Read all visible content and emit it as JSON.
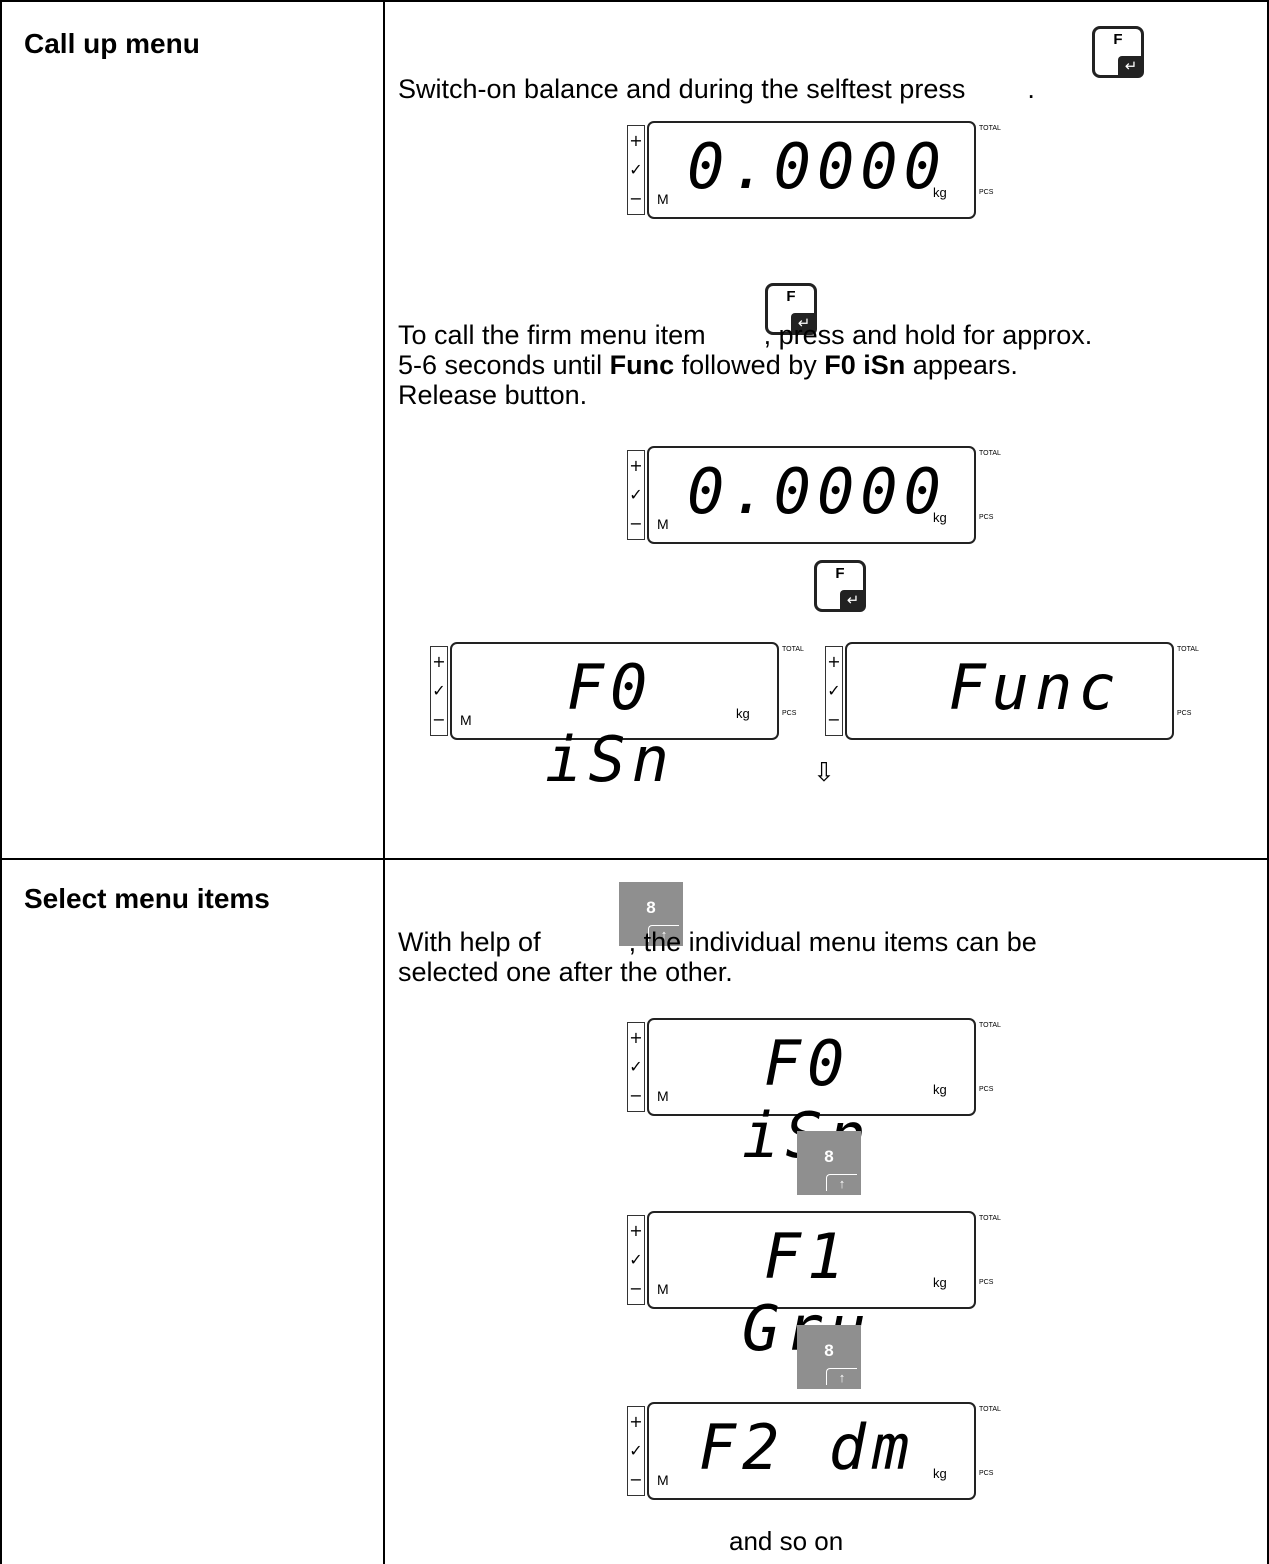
{
  "rows": [
    {
      "label": "Call up menu",
      "instruction1": "Switch-on balance and during the selftest press",
      "instruction1_end": ".",
      "instruction2_a": "To call the firm menu item",
      "instruction2_b": ", press and hold for approx.",
      "instruction2_c": "5-6 seconds until",
      "instruction2_func": "Func",
      "instruction2_d": "followed by",
      "instruction2_f0": "F0 iSn",
      "instruction2_e": "appears.",
      "instruction2_f": "Release button.",
      "displays": [
        "0.0000",
        "0.0000",
        "F0 iSn",
        "Func"
      ],
      "arrow": "⇩"
    },
    {
      "label": "Select menu items",
      "instruction_a": "With help of",
      "instruction_b": ", the individual menu items can be",
      "instruction_c": "selected one after the other.",
      "displays": [
        "F0 iSn",
        "F1 Gru",
        "F2 dm"
      ],
      "footer": "and so on"
    }
  ],
  "display_labels": {
    "plus": "+",
    "check": "✓",
    "minus": "−",
    "m": "M",
    "kg": "kg",
    "total": "TOTAL",
    "pcs": "PCS"
  },
  "keys": {
    "f_label": "F",
    "f_sub": "↵",
    "up_label": "8",
    "up_sub": "↑"
  }
}
